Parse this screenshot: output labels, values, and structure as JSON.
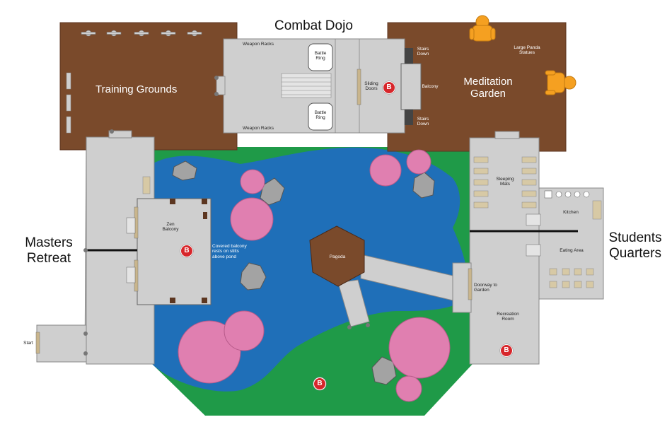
{
  "rooms": {
    "combat_dojo": "Combat Dojo",
    "training_grounds": "Training Grounds",
    "meditation_garden": "Meditation\nGarden",
    "masters_retreat": "Masters\nRetreat",
    "students_quarters": "Students\nQuarters"
  },
  "features": {
    "weapon_racks_top": "Weapon Racks",
    "weapon_racks_bottom": "Weapon Racks",
    "battle_ring_top": "Battle\nRing",
    "battle_ring_bottom": "Battle\nRing",
    "sliding_doors": "Sliding\nDoors",
    "balcony": "Balcony",
    "stairs_down_top": "Stairs\nDown",
    "stairs_down_bottom": "Stairs\nDown",
    "large_panda_statues": "Large Panda\nStatues",
    "zen_balcony": "Zen\nBalcony",
    "covered_balcony_note": "Covered balcony\nrests on stilts\nabove pond",
    "pagoda": "Pagoda",
    "sleeping_mats": "Sleeping\nMats",
    "kitchen": "Kitchen",
    "eating_area": "Eating Area",
    "doorway_to_garden": "Doorway to\nGarden",
    "recreation_room": "Recreation\nRoom",
    "start": "Start"
  },
  "markers": {
    "label": "B"
  },
  "colors": {
    "wood": "#7a4a2b",
    "floor": "#cfcfcf",
    "grass": "#1f9a48",
    "pond": "#1f6fb8",
    "blossom": "#e07fb0",
    "rock": "#9a9a9a",
    "statue": "#f5a021",
    "marker": "#d7262b"
  }
}
